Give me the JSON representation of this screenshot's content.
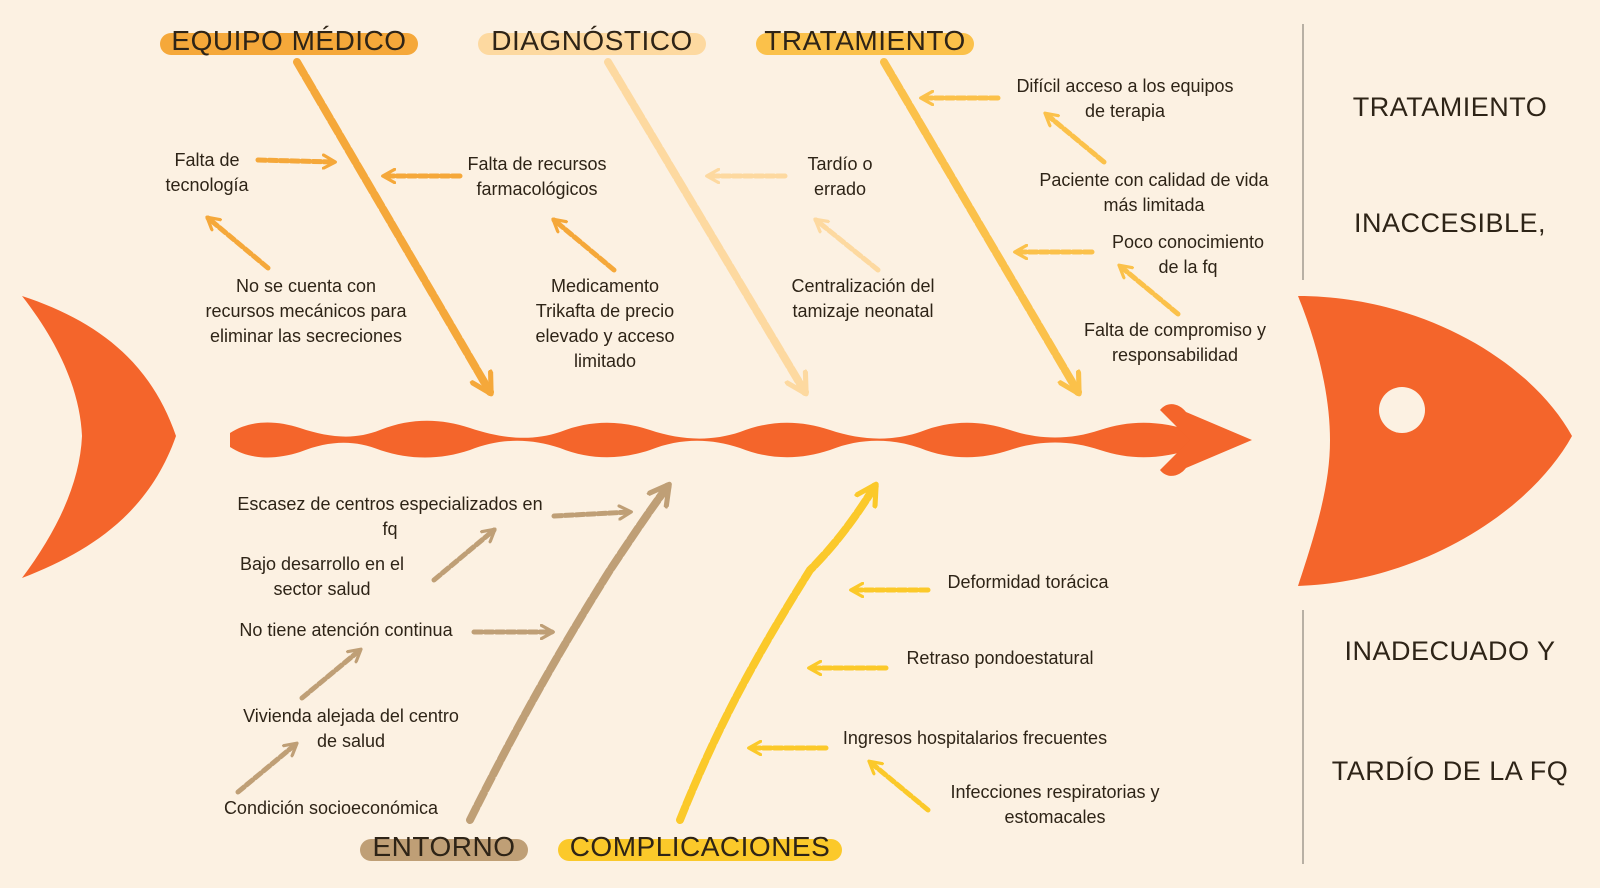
{
  "colors": {
    "background": "#fcf1e2",
    "fish": "#f4652b",
    "equipo_medico": "#f5a83a",
    "diagnostico": "#fdd9a0",
    "tratamiento": "#fbc14a",
    "entorno": "#bf9f76",
    "complicaciones": "#fbc92a",
    "divider": "#b8b0a4"
  },
  "categories": {
    "equipo_medico": "EQUIPO MÉDICO",
    "diagnostico": "DIAGNÓSTICO",
    "tratamiento": "TRATAMIENTO",
    "entorno": "ENTORNO",
    "complicaciones": "COMPLICACIONES"
  },
  "causes": {
    "equipo_medico": [
      "Falta de\ntecnología",
      "Falta de recursos\nfarmacológicos",
      "No se cuenta con\nrecursos mecánicos para\neliminar las secreciones",
      "Medicamento\nTrikafta de precio\nelevado y acceso\nlimitado"
    ],
    "diagnostico": [
      "Tardío o\nerrado",
      "Centralización del\ntamizaje neonatal"
    ],
    "tratamiento": [
      "Difícil acceso a los equipos\nde terapia",
      "Paciente con calidad de vida\nmás limitada",
      "Poco conocimiento\nde la fq",
      "Falta de compromiso y\nresponsabilidad"
    ],
    "entorno": [
      "Escasez de centros especializados en\nfq",
      "Bajo desarrollo en el\nsector salud",
      "No tiene atención continua",
      "Vivienda alejada del centro\nde salud",
      "Condición socioeconómica"
    ],
    "complicaciones": [
      "Deformidad torácica",
      "Retraso pondoestatural",
      "Ingresos hospitalarios frecuentes",
      "Infecciones respiratorias y\nestomacales"
    ]
  },
  "effect": {
    "line1": "TRATAMIENTO",
    "line2": "INACCESIBLE,",
    "line3": "INADECUADO Y",
    "line4": "TARDÍO DE LA FQ"
  }
}
